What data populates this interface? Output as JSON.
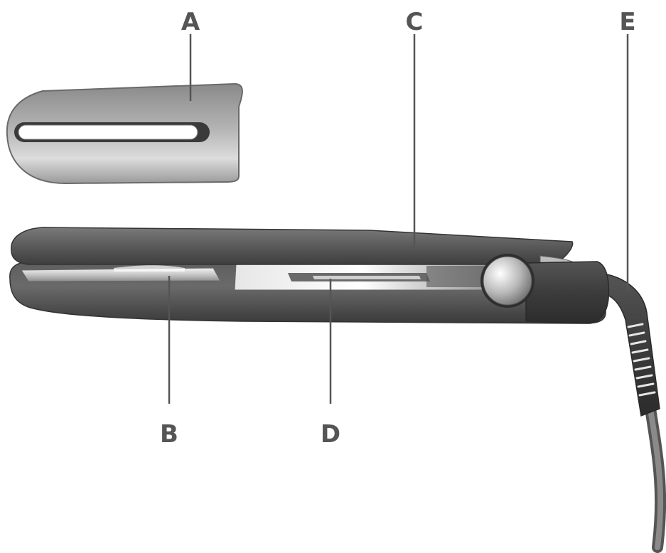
{
  "callouts": {
    "a": "A",
    "b": "B",
    "c": "C",
    "d": "D",
    "e": "E"
  },
  "colors": {
    "body_dark": "#4a4a4a",
    "body_mid": "#6a6a6a",
    "plate_light": "#d8d8d8",
    "label": "#555555"
  }
}
